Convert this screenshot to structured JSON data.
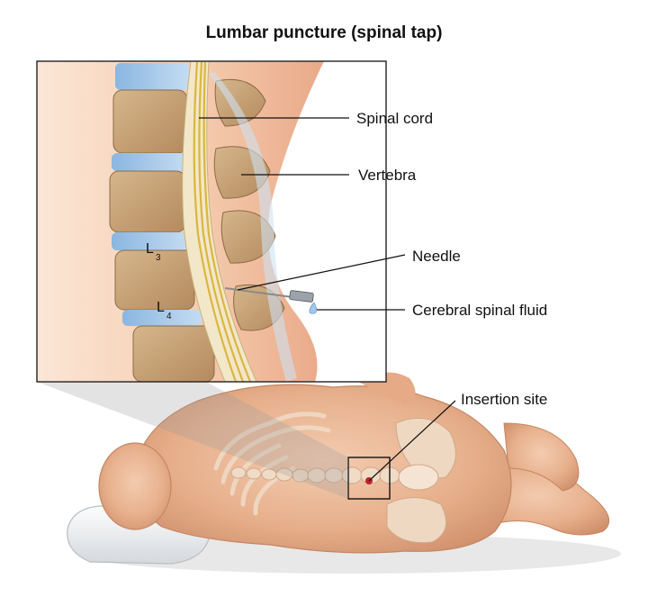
{
  "title": "Lumbar puncture (spinal tap)",
  "labels": {
    "spinal_cord": "Spinal cord",
    "vertebra": "Vertebra",
    "needle": "Needle",
    "csf": "Cerebral spinal fluid",
    "insertion_site": "Insertion site"
  },
  "vertebra_labels": {
    "l3_letter": "L",
    "l3_sub": "3",
    "l4_letter": "L",
    "l4_sub": "4"
  },
  "colors": {
    "skin": "#e9b48e",
    "bone": "#c9a47a",
    "disc": "#9ec4e6",
    "spinal_cord": "#e9d27a",
    "insertion_dot": "#c0202c"
  }
}
